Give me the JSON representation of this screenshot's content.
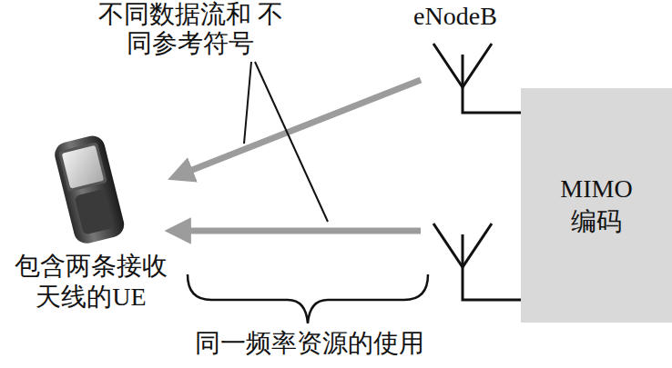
{
  "diagram": {
    "nodes": [
      {
        "text": [
          "MIMO 编码"
        ]
      }
    ],
    "edges": [],
    "labels": [
      "不同数据流和 不同参考符号",
      "eNodeB",
      "包含两条接收 天线的UE",
      "同一频率资源的使用"
    ]
  }
}
